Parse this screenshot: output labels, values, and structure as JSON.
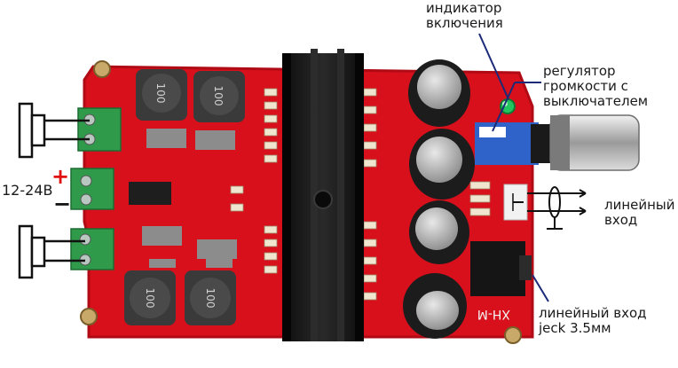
{
  "labels": {
    "power_indicator": [
      "индикатор",
      "включения"
    ],
    "volume_control": [
      "регулятор",
      "громкости с",
      "выключателем"
    ],
    "line_in": [
      "линейный",
      "вход"
    ],
    "line_in_jack": [
      "линейный вход",
      "jeck 3.5мм"
    ],
    "supply_voltage": "12-24В",
    "plus_sign": "+",
    "minus_sign": "−"
  },
  "board": {
    "inductor_marking": "100",
    "silkscreen_model": "XH-M",
    "colors": {
      "pcb": "#d8101c",
      "pcb_edge": "#b00a14",
      "terminal": "#2e9a4a",
      "heatsink": "#161616",
      "capacitor": "#1c1c1c",
      "led": "#22c55e",
      "potentiometer": "#2f63c9",
      "polarity_plus": "#e01010"
    }
  }
}
